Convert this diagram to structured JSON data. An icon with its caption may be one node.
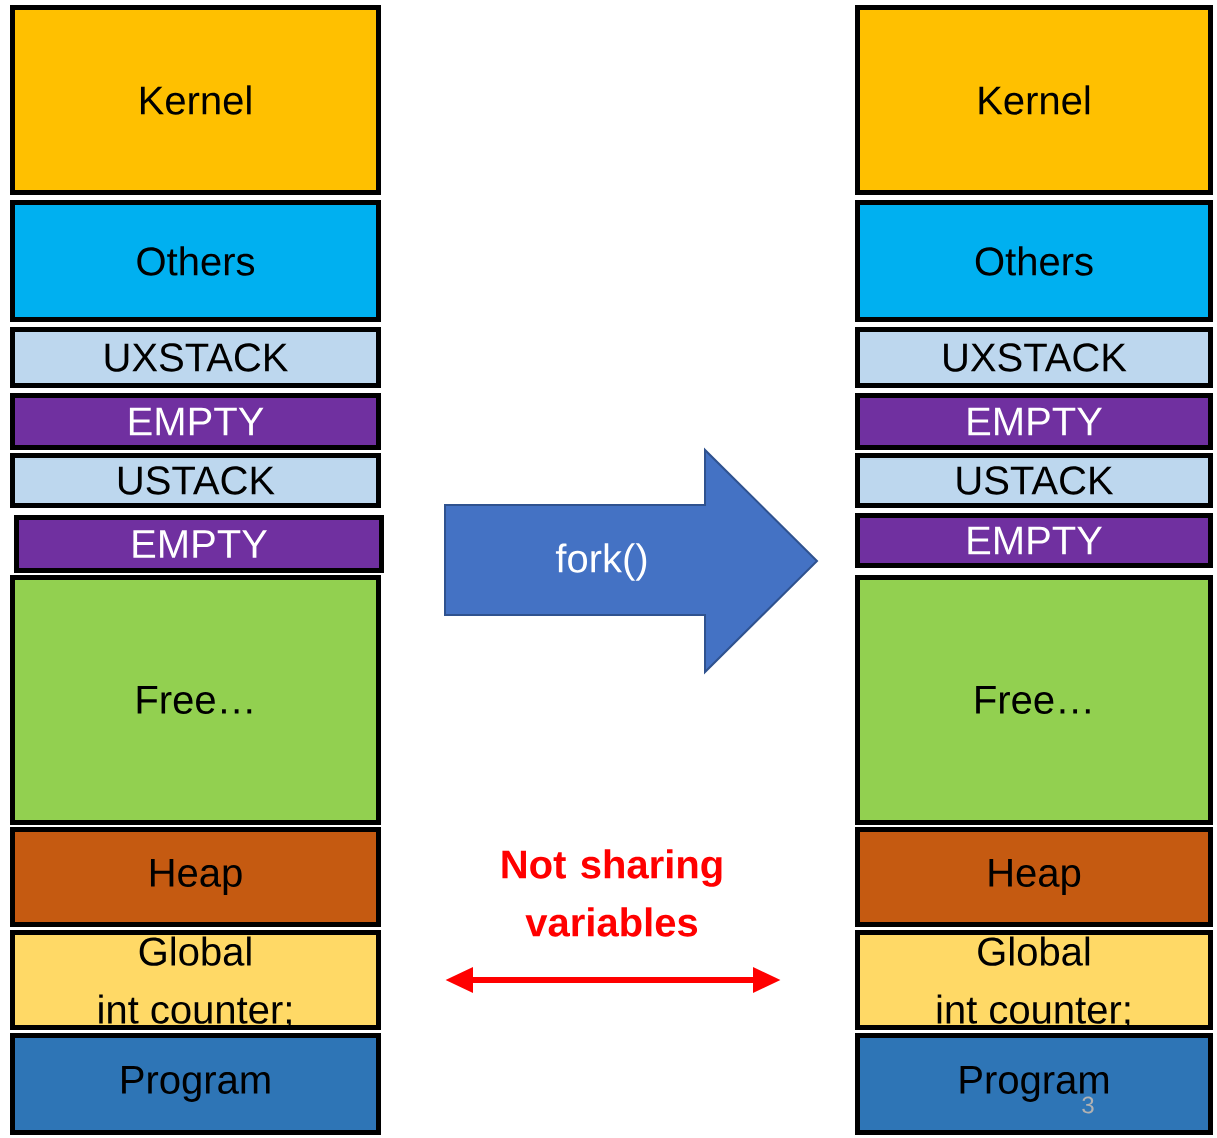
{
  "diagram": {
    "nodes": [
      {
        "text": [
          "Kernel"
        ]
      },
      {
        "text": [
          "Others"
        ]
      },
      {
        "text": [
          "UXSTACK"
        ]
      },
      {
        "text": [
          "EMPTY"
        ]
      },
      {
        "text": [
          "USTACK"
        ]
      },
      {
        "text": [
          "EMPTY"
        ]
      },
      {
        "text": [
          "Free…"
        ]
      },
      {
        "text": [
          "Heap"
        ]
      },
      {
        "text": [
          "Global",
          "int counter;"
        ]
      },
      {
        "text": [
          "Program"
        ]
      },
      {
        "text": [
          "fork()"
        ]
      },
      {
        "text": [
          "Kernel"
        ]
      },
      {
        "text": [
          "Others"
        ]
      },
      {
        "text": [
          "UXSTACK"
        ]
      },
      {
        "text": [
          "EMPTY"
        ]
      },
      {
        "text": [
          "USTACK"
        ]
      },
      {
        "text": [
          "EMPTY"
        ]
      },
      {
        "text": [
          "Free…"
        ]
      },
      {
        "text": [
          "Heap"
        ]
      },
      {
        "text": [
          "Global",
          "int counter;"
        ]
      },
      {
        "text": [
          "Program"
        ]
      }
    ],
    "edges": [
      {
        "from": 8,
        "to": 19,
        "arrow": "both",
        "label": "Not sharing variables",
        "color": "#ff0000"
      }
    ],
    "labels": [
      "3"
    ]
  }
}
